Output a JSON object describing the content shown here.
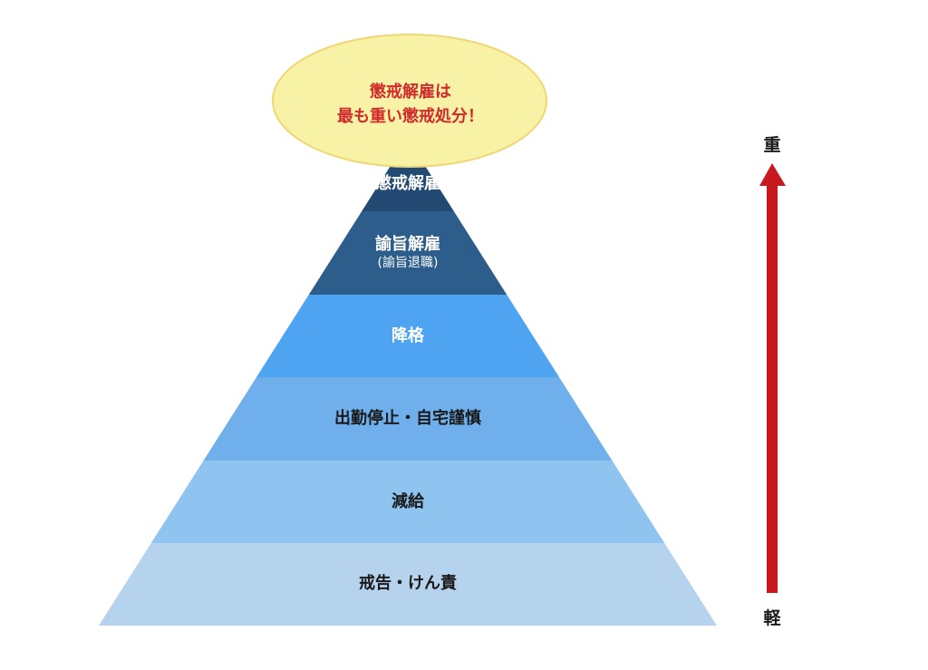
{
  "callout": {
    "line1": "懲戒解雇は",
    "line2": "最も重い懲戒処分！",
    "fill": "#f7f2a6",
    "stroke": "#f0d773",
    "text_color": "#d12a2a"
  },
  "tiers": [
    {
      "label": "懲戒解雇",
      "sub": "",
      "color": "#234a72",
      "text": "light"
    },
    {
      "label": "諭旨解雇",
      "sub": "(諭旨退職)",
      "color": "#2d5d8a",
      "text": "light"
    },
    {
      "label": "降格",
      "sub": "",
      "color": "#4fa4f2",
      "text": "light"
    },
    {
      "label": "出勤停止・自宅謹慎",
      "sub": "",
      "color": "#6fb0ec",
      "text": "dark"
    },
    {
      "label": "減給",
      "sub": "",
      "color": "#8fc3f0",
      "text": "dark"
    },
    {
      "label": "戒告・けん責",
      "sub": "",
      "color": "#b6d3ee",
      "text": "dark"
    }
  ],
  "scale": {
    "top_label": "重",
    "bottom_label": "軽",
    "arrow_color": "#c8191f"
  }
}
